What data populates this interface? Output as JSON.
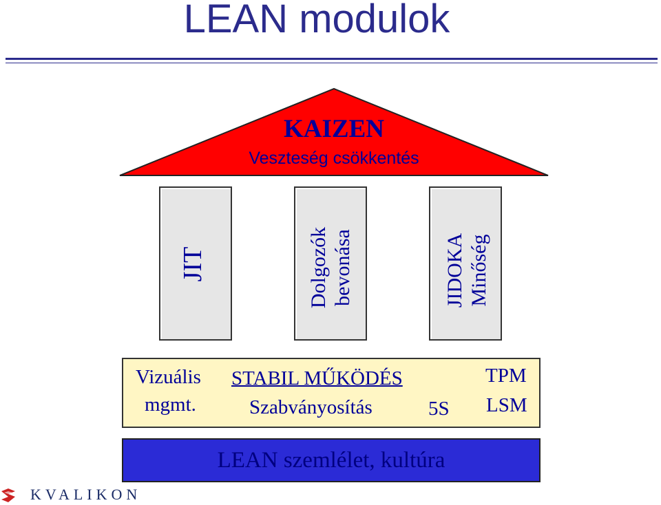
{
  "title": "LEAN modulok",
  "roof": {
    "heading": "KAIZEN",
    "subtitle": "Veszteség csökkentés"
  },
  "pillars": [
    {
      "line1": "JIT",
      "line2": ""
    },
    {
      "line1": "Dolgozók",
      "line2": "bevonása"
    },
    {
      "line1": "JIDOKA",
      "line2": "Minőség"
    }
  ],
  "foundation": {
    "left_line1": "Vizuális",
    "left_line2": "mgmt.",
    "center_heading": "STABIL MŰKÖDÉS",
    "center_sub": "Szabványosítás",
    "center_extra": "5S",
    "right_line1": "TPM",
    "right_line2": "LSM"
  },
  "base": {
    "label": "LEAN szemlélet, kultúra"
  },
  "logo": {
    "text": "KVALIKON",
    "icon": "kvalikon-logo-icon"
  },
  "colors": {
    "title": "#2b2b8c",
    "roof_fill": "#ff0000",
    "text_blue": "#000099",
    "pillar_fill": "#e6e6e6",
    "foundation_fill": "#fff6c4",
    "base_fill": "#2b2bd6"
  }
}
